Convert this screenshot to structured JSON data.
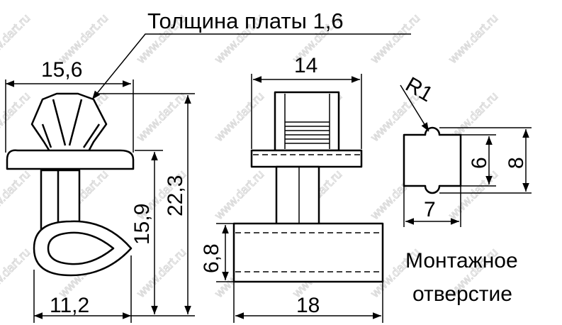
{
  "title": "Толщина платы 1,6",
  "watermark": "www.dart.ru",
  "left_view": {
    "width_top": "15,6",
    "height_flange": "15,9",
    "height_total": "22,3",
    "width_bottom": "11,2"
  },
  "middle_view": {
    "width_top": "14",
    "height_body": "6,8",
    "width_bottom": "18"
  },
  "hole_view": {
    "radius": "R1",
    "inner": "6",
    "outer": "8",
    "width": "7",
    "caption_line1": "Монтажное",
    "caption_line2": "отверстие"
  },
  "colors": {
    "line": "#000000",
    "watermark": "#d8d8d8"
  }
}
